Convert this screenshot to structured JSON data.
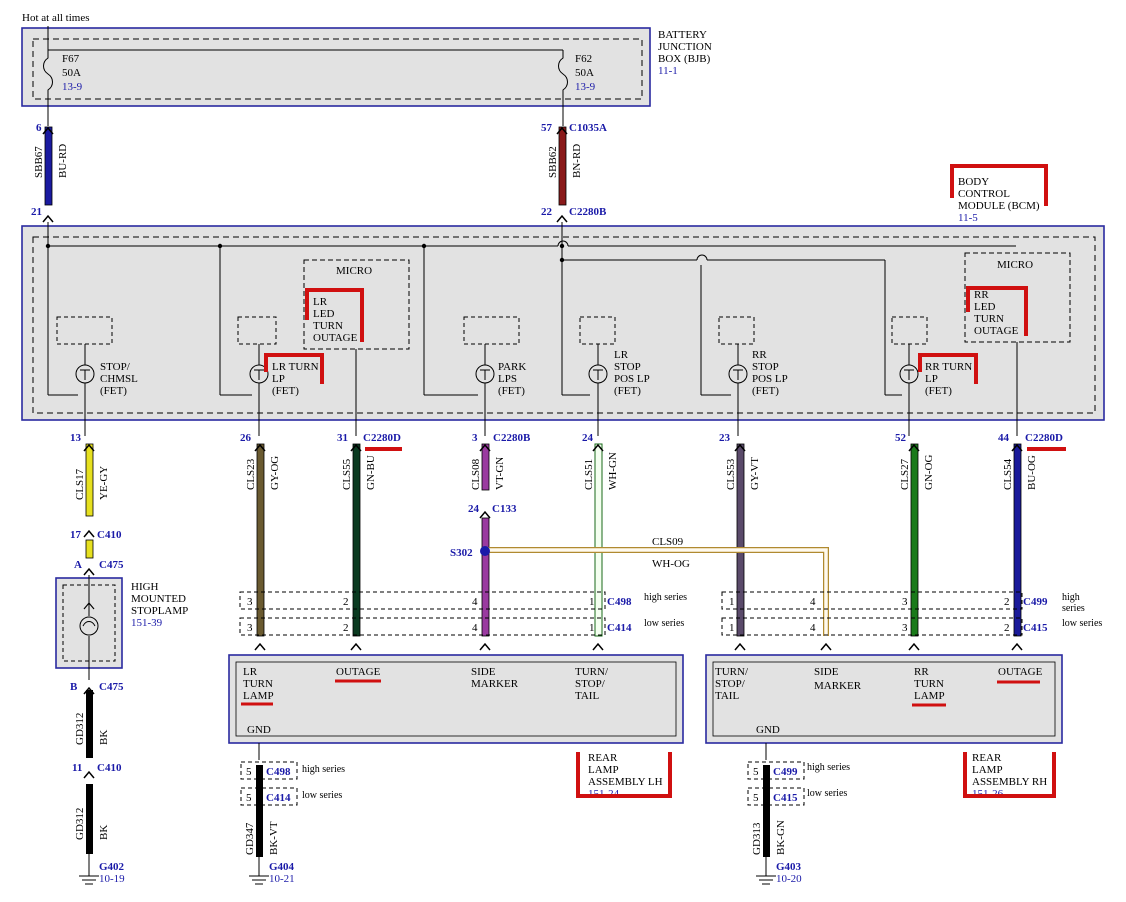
{
  "top_note": "Hot at all times",
  "bjb": {
    "title": [
      "BATTERY",
      "JUNCTION",
      "BOX (BJB)"
    ],
    "ref": "11-1",
    "fuse_left": {
      "id": "F67",
      "amps": "50A",
      "ref": "13-9"
    },
    "fuse_right": {
      "id": "F62",
      "amps": "50A",
      "ref": "13-9"
    }
  },
  "bcm": {
    "title": [
      "BODY",
      "CONTROL",
      "MODULE (BCM)"
    ],
    "ref": "11-5",
    "micro_left": "MICRO",
    "micro_right": "MICRO",
    "outage_left": [
      "LR",
      "LED",
      "TURN",
      "OUTAGE"
    ],
    "outage_right": [
      "RR",
      "LED",
      "TURN",
      "OUTAGE"
    ],
    "drivers": [
      [
        "STOP/",
        "CHMSL",
        "(FET)"
      ],
      [
        "LR TURN",
        "LP",
        "(FET)"
      ],
      [
        "PARK",
        "LPS",
        "(FET)"
      ],
      [
        "LR",
        "STOP",
        "POS LP",
        "(FET)"
      ],
      [
        "RR",
        "STOP",
        "POS LP",
        "(FET)"
      ],
      [
        "RR TURN",
        "LP",
        "(FET)"
      ]
    ]
  },
  "feed_wires": [
    {
      "pin_top": "6",
      "pin_bottom": "21",
      "circuit": "SBB67",
      "color": "BU-RD",
      "conn_top": "",
      "conn_bottom": ""
    },
    {
      "pin_top": "57",
      "pin_bottom": "22",
      "circuit": "SBB62",
      "color": "BN-RD",
      "conn_top": "C1035A",
      "conn_bottom": "C2280B"
    }
  ],
  "output_wires": [
    {
      "pin": "13",
      "conn": "",
      "circuit": "CLS17",
      "color": "YE-GY"
    },
    {
      "pin": "26",
      "conn": "",
      "circuit": "CLS23",
      "color": "GY-OG"
    },
    {
      "pin": "31",
      "conn": "C2280D",
      "circuit": "CLS55",
      "color": "GN-BU"
    },
    {
      "pin": "3",
      "conn": "C2280B",
      "circuit": "CLS08",
      "color": "VT-GN"
    },
    {
      "pin": "24",
      "conn": "",
      "circuit": "CLS51",
      "color": "WH-GN"
    },
    {
      "pin": "23",
      "conn": "",
      "circuit": "CLS53",
      "color": "GY-VT"
    },
    {
      "pin": "52",
      "conn": "",
      "circuit": "CLS27",
      "color": "GN-OG"
    },
    {
      "pin": "44",
      "conn": "C2280D",
      "circuit": "CLS54",
      "color": "BU-OG"
    }
  ],
  "cls08_pin": "24",
  "cls08_conn": "C133",
  "splice": {
    "id": "S302",
    "circuit": "CLS09",
    "color": "WH-OG"
  },
  "chmsl": {
    "pin_17": "17",
    "conn_c410": "C410",
    "pin_a": "A",
    "conn_c475": "C475",
    "title": [
      "HIGH",
      "MOUNTED",
      "STOPLAMP"
    ],
    "ref": "151-39",
    "pin_b": "B",
    "conn_c475b": "C475",
    "gd_top": "GD312",
    "gd_color": "BK",
    "pin_11": "11",
    "conn_c410b": "C410",
    "gd_bottom": "GD312",
    "gd_bottom_color": "BK",
    "ground": "G402",
    "ground_ref": "10-19"
  },
  "lh_series": {
    "high_pins": [
      "3",
      "2",
      "4",
      "1"
    ],
    "high_conn": "C498",
    "high_label": "high series",
    "low_pins": [
      "3",
      "2",
      "4",
      "1"
    ],
    "low_conn": "C414",
    "low_label": "low series"
  },
  "rh_series": {
    "high_pins": [
      "1",
      "4",
      "3",
      "2"
    ],
    "high_conn": "C499",
    "high_label": "high",
    "high_label2": "series",
    "low_pins": [
      "1",
      "4",
      "3",
      "2"
    ],
    "low_conn": "C415",
    "low_label": "low series"
  },
  "lh_high_label2": "series",
  "lamp_lh": {
    "items": [
      [
        "LR",
        "TURN",
        "LAMP"
      ],
      [
        "OUTAGE"
      ],
      [
        "SIDE",
        "MARKER"
      ],
      [
        "TURN/",
        "STOP/",
        "TAIL"
      ]
    ],
    "gnd": "GND",
    "title": [
      "REAR",
      "LAMP",
      "ASSEMBLY LH"
    ],
    "ref": "151-24"
  },
  "lamp_rh": {
    "items": [
      [
        "TURN/",
        "STOP/",
        "TAIL"
      ],
      [
        "SIDE",
        "MARKER"
      ],
      [
        "RR",
        "TURN",
        "LAMP"
      ],
      [
        "OUTAGE"
      ]
    ],
    "gnd": "GND",
    "title": [
      "REAR",
      "LAMP",
      "ASSEMBLY RH"
    ],
    "ref": "151-26"
  },
  "ground_lh": {
    "pin_high": "5",
    "conn_high": "C498",
    "label_high": "high series",
    "pin_low": "5",
    "conn_low": "C414",
    "label_low": "low series",
    "circuit": "GD347",
    "color": "BK-VT",
    "ground": "G404",
    "ref": "10-21"
  },
  "ground_rh": {
    "pin_high": "5",
    "conn_high": "C499",
    "label_high": "high series",
    "pin_low": "5",
    "conn_low": "C415",
    "label_low": "low series",
    "circuit": "GD313",
    "color": "BK-GN",
    "ground": "G403",
    "ref": "10-20"
  },
  "colors": {
    "module_fill": "#e2e2e2",
    "module_border": "#2a2aa0",
    "annotation_red": "#d01010",
    "BU-RD": "#1a1aa0",
    "BN-RD": "#8a1a1a",
    "YE-GY": "#e6e020",
    "GY-OG": "#6a5a30",
    "GN-BU": "#0a3a20",
    "VT-GN": "#9a3aa0",
    "WH-GN": "#f4fff0",
    "GY-VT": "#5a4a6a",
    "GN-OG": "#1a7a1a",
    "BU-OG": "#1a1a9a",
    "WH-OG": "#fffaee",
    "BK": "#000000"
  }
}
